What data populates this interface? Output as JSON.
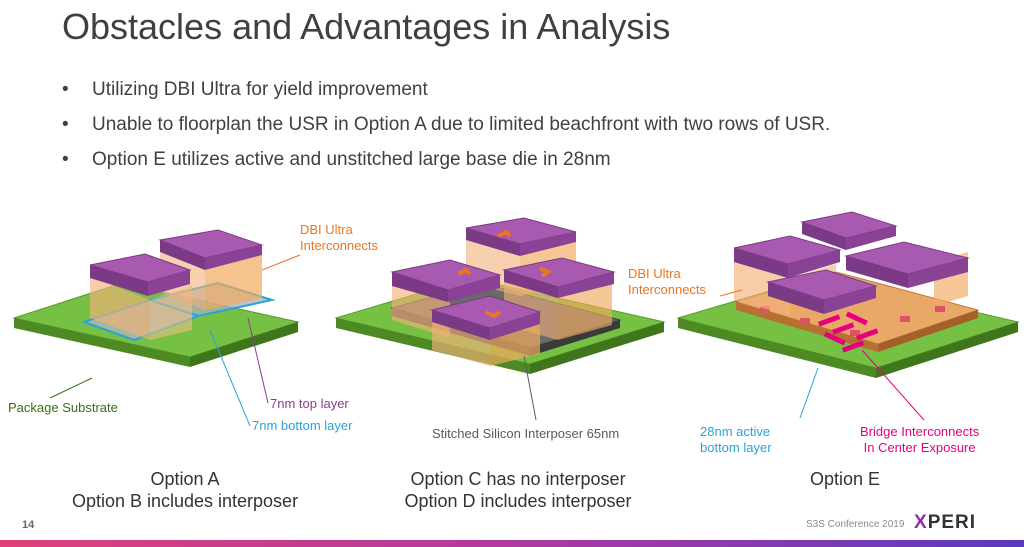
{
  "slide": {
    "title": "Obstacles and Advantages in Analysis",
    "bullet_symbol": "•",
    "bullets": [
      "Utilizing DBI Ultra for yield improvement",
      "Unable to floorplan the USR in Option A due to limited beachfront with two rows of USR.",
      "Option E utilizes active and unstitched large base die in 28nm"
    ],
    "page_number": "14",
    "conference": "S3S Conference 2019",
    "logo": {
      "mark": "X",
      "rest": "PERI"
    }
  },
  "labels": {
    "dbi_ultra_1": "DBI Ultra\nInterconnects",
    "dbi_ultra_2": "DBI Ultra\nInterconnects",
    "package_substrate": "Package Substrate",
    "top_layer_7nm": "7nm top layer",
    "bottom_layer_7nm": "7nm bottom layer",
    "stitched_interposer": "Stitched Silicon Interposer 65nm",
    "active_28nm": "28nm active\nbottom layer",
    "bridge_interconnects": "Bridge Interconnects\nIn Center Exposure"
  },
  "captions": {
    "left": "Option A\nOption B includes interposer",
    "middle": "Option C has no interposer\nOption D includes interposer",
    "right": "Option E"
  },
  "colors": {
    "title_text": "#404040",
    "substrate_green": "#76c043",
    "die_purple": "#9b4f9e",
    "dbi_orange": "#e87722",
    "label_purple": "#8a3c8f",
    "label_blue": "#29a3d6",
    "label_green": "#3a6e1a",
    "label_magenta": "#e6007e",
    "interposer_grey": "#5a5a5a"
  }
}
